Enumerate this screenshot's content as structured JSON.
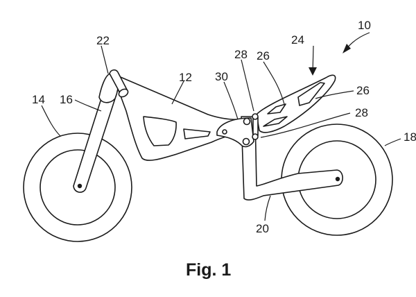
{
  "figure": {
    "caption": "Fig. 1",
    "labels": {
      "assembly": "10",
      "frame": "12",
      "front_wheel": "14",
      "fork": "16",
      "rear_wheel": "18",
      "swing_arm": "20",
      "handlebar": "22",
      "seat": "24",
      "seat_strut_a": "26",
      "seat_strut_b": "26",
      "seat_pin_a": "28",
      "seat_pin_b": "28",
      "pivot_bracket": "30"
    }
  }
}
